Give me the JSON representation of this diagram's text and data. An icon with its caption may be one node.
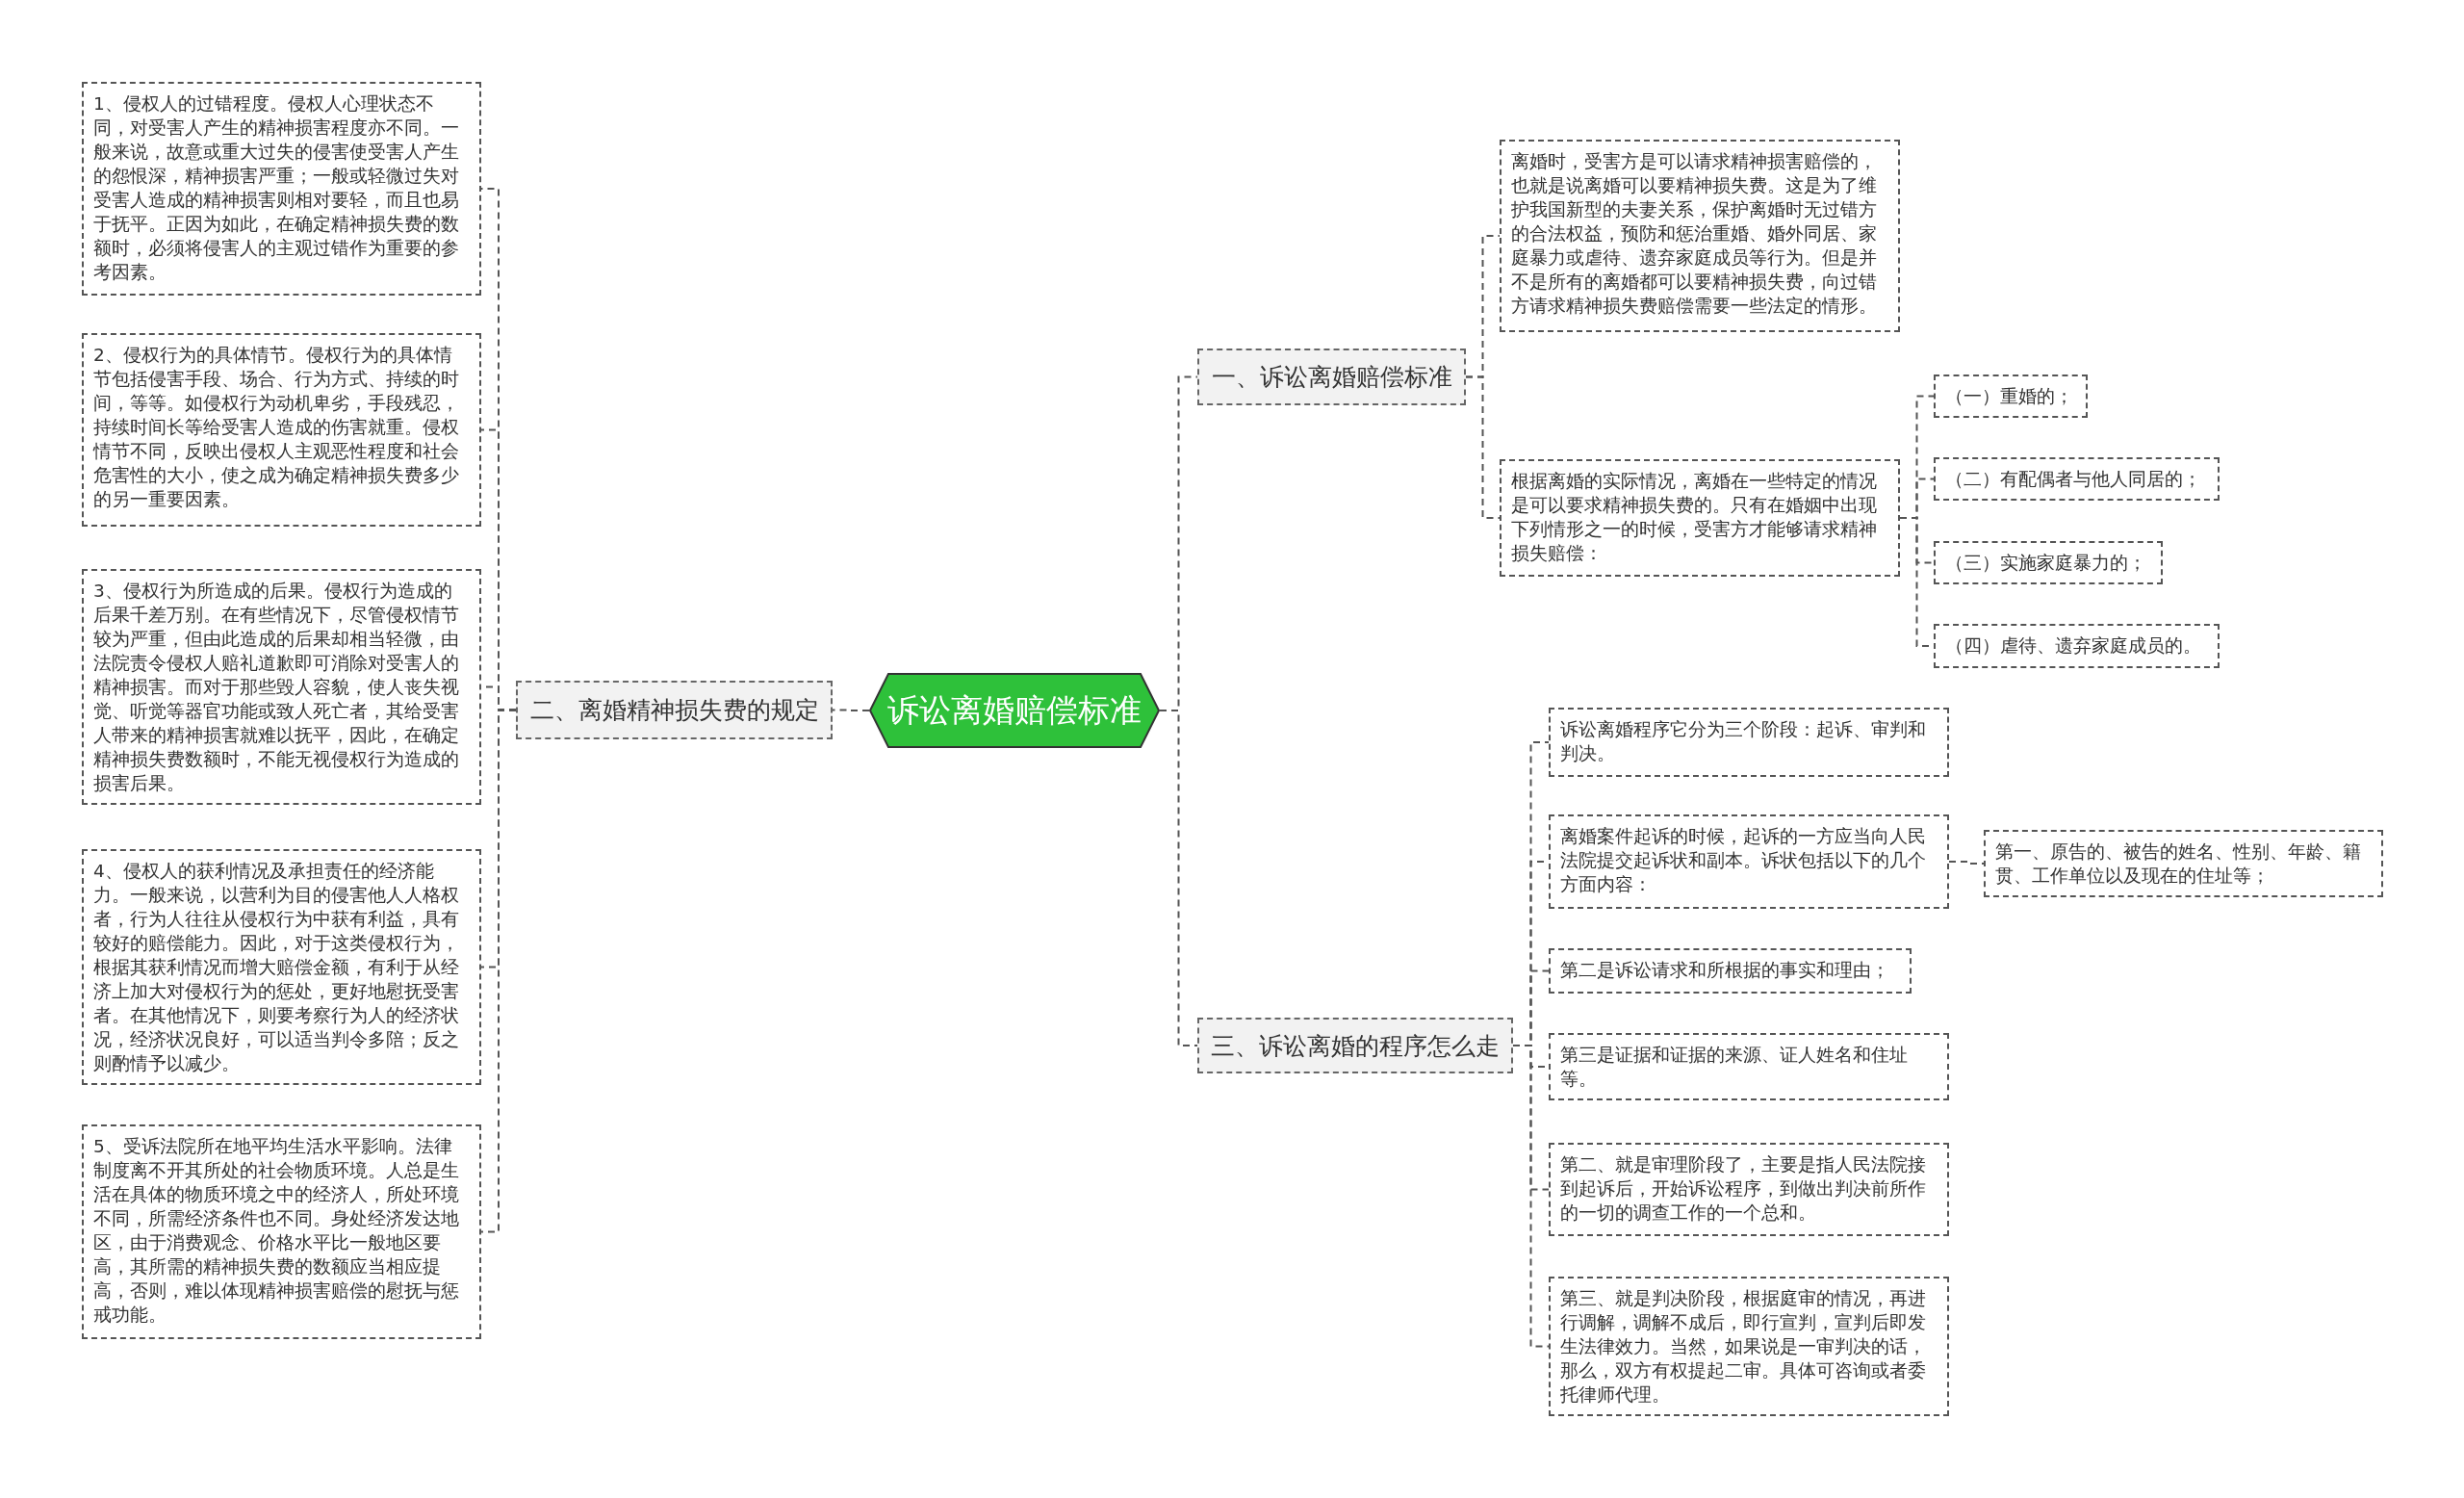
{
  "diagram": {
    "nodes": [
      {
        "text": [
          "诉讼离婚赔偿标准"
        ]
      },
      {
        "text": [
          "一、诉讼离婚赔偿标准"
        ]
      },
      {
        "text": [
          "离婚时，受害方是可以请求精神损害赔偿的，也就是说离婚可以要精神损失费。这是为了维护我国新型的夫妻关系，保护离婚时无过错方的合法权益，预防和惩治重婚、婚外同居、家庭暴力或虐待、遗弃家庭成员等行为。但是并不是所有的离婚都可以要精神损失费，向过错方请求精神损失费赔偿需要一些法定的情形。"
        ]
      },
      {
        "text": [
          "根据离婚的实际情况，离婚在一些特定的情况是可以要求精神损失费的。只有在婚姻中出现下列情形之一的时候，受害方才能够请求精神损失赔偿："
        ]
      },
      {
        "text": [
          "（一）重婚的；"
        ]
      },
      {
        "text": [
          "（二）有配偶者与他人同居的；"
        ]
      },
      {
        "text": [
          "（三）实施家庭暴力的；"
        ]
      },
      {
        "text": [
          "（四）虐待、遗弃家庭成员的。"
        ]
      },
      {
        "text": [
          "二、离婚精神损失费的规定"
        ]
      },
      {
        "text": [
          "1、侵权人的过错程度。侵权人心理状态不同，对受害人产生的精神损害程度亦不同。一般来说，故意或重大过失的侵害使受害人产生的怨恨深，精神损害严重；一般或轻微过失对受害人造成的精神损害则相对要轻，而且也易于抚平。正因为如此，在确定精神损失费的数额时，必须将侵害人的主观过错作为重要的参考因素。"
        ]
      },
      {
        "text": [
          "2、侵权行为的具体情节。侵权行为的具体情节包括侵害手段、场合、行为方式、持续的时间，等等。如侵权行为动机卑劣，手段残忍，持续时间长等给受害人造成的伤害就重。侵权情节不同，反映出侵权人主观恶性程度和社会危害性的大小，使之成为确定精神损失费多少的另一重要因素。"
        ]
      },
      {
        "text": [
          "3、侵权行为所造成的后果。侵权行为造成的后果千差万别。在有些情况下，尽管侵权情节较为严重，但由此造成的后果却相当轻微，由法院责令侵权人赔礼道歉即可消除对受害人的精神损害。而对于那些毁人容貌，使人丧失视觉、听觉等器官功能或致人死亡者，其给受害人带来的精神损害就难以抚平，因此，在确定精神损失费数额时，不能无视侵权行为造成的损害后果。"
        ]
      },
      {
        "text": [
          "4、侵权人的获利情况及承担责任的经济能力。一般来说，以营利为目的侵害他人人格权者，行为人往往从侵权行为中获有利益，具有较好的赔偿能力。因此，对于这类侵权行为，根据其获利情况而增大赔偿金额，有利于从经济上加大对侵权行为的惩处，更好地慰抚受害者。在其他情况下，则要考察行为人的经济状况，经济状况良好，可以适当判令多陪；反之则酌情予以减少。"
        ]
      },
      {
        "text": [
          "5、受诉法院所在地平均生活水平影响。法律制度离不开其所处的社会物质环境。人总是生活在具体的物质环境之中的经济人，所处环境不同，所需经济条件也不同。身处经济发达地区，由于消费观念、价格水平比一般地区要高，其所需的精神损失费的数额应当相应提高，否则，难以体现精神损害赔偿的慰抚与惩戒功能。"
        ]
      },
      {
        "text": [
          "三、诉讼离婚的程序怎么走"
        ]
      },
      {
        "text": [
          "诉讼离婚程序它分为三个阶段：起诉、审判和判决。"
        ]
      },
      {
        "text": [
          "离婚案件起诉的时候，起诉的一方应当向人民法院提交起诉状和副本。诉状包括以下的几个方面内容："
        ]
      },
      {
        "text": [
          "第一、原告的、被告的姓名、性别、年龄、籍贯、工作单位以及现在的住址等；"
        ]
      },
      {
        "text": [
          "第二是诉讼请求和所根据的事实和理由；"
        ]
      },
      {
        "text": [
          "第三是证据和证据的来源、证人姓名和住址等。"
        ]
      },
      {
        "text": [
          "第二、就是审理阶段了，主要是指人民法院接到起诉后，开始诉讼程序，到做出判决前所作的一切的调查工作的一个总和。"
        ]
      },
      {
        "text": [
          "第三、就是判决阶段，根据庭审的情况，再进行调解，调解不成后，即行宣判，宣判后即发生法律效力。当然，如果说是一审判决的话，那么，双方有权提起二审。具体可咨询或者委托律师代理。"
        ]
      }
    ],
    "edges": [
      {
        "from": 0,
        "to": 1,
        "arrow": "none",
        "style": "dashed"
      },
      {
        "from": 1,
        "to": 2,
        "arrow": "none",
        "style": "dashed"
      },
      {
        "from": 1,
        "to": 3,
        "arrow": "none",
        "style": "dashed"
      },
      {
        "from": 3,
        "to": 4,
        "arrow": "none",
        "style": "dashed"
      },
      {
        "from": 3,
        "to": 5,
        "arrow": "none",
        "style": "dashed"
      },
      {
        "from": 3,
        "to": 6,
        "arrow": "none",
        "style": "dashed"
      },
      {
        "from": 3,
        "to": 7,
        "arrow": "none",
        "style": "dashed"
      },
      {
        "from": 0,
        "to": 8,
        "arrow": "none",
        "style": "dashed"
      },
      {
        "from": 8,
        "to": 9,
        "arrow": "none",
        "style": "dashed"
      },
      {
        "from": 8,
        "to": 10,
        "arrow": "none",
        "style": "dashed"
      },
      {
        "from": 8,
        "to": 11,
        "arrow": "none",
        "style": "dashed"
      },
      {
        "from": 8,
        "to": 12,
        "arrow": "none",
        "style": "dashed"
      },
      {
        "from": 8,
        "to": 13,
        "arrow": "none",
        "style": "dashed"
      },
      {
        "from": 0,
        "to": 14,
        "arrow": "none",
        "style": "dashed"
      },
      {
        "from": 14,
        "to": 15,
        "arrow": "none",
        "style": "dashed"
      },
      {
        "from": 14,
        "to": 16,
        "arrow": "none",
        "style": "dashed"
      },
      {
        "from": 16,
        "to": 17,
        "arrow": "none",
        "style": "dashed"
      },
      {
        "from": 14,
        "to": 18,
        "arrow": "none",
        "style": "dashed"
      },
      {
        "from": 14,
        "to": 19,
        "arrow": "none",
        "style": "dashed"
      },
      {
        "from": 14,
        "to": 20,
        "arrow": "none",
        "style": "dashed"
      },
      {
        "from": 14,
        "to": 21,
        "arrow": "none",
        "style": "dashed"
      }
    ]
  }
}
